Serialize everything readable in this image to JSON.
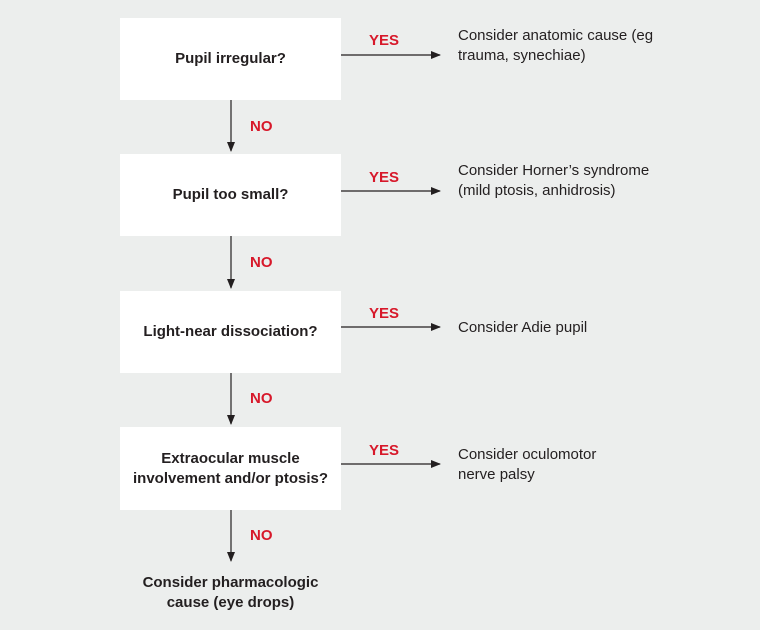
{
  "colors": {
    "background": "#eceeed",
    "box": "#ffffff",
    "text": "#231f20",
    "branch_label": "#d7182a",
    "arrow": "#231f20"
  },
  "steps": [
    {
      "question": "Pupil irregular?",
      "yes_label": "YES",
      "result": "Consider anatomic cause (eg trauma, synechiae)",
      "no_label": "NO"
    },
    {
      "question": "Pupil too small?",
      "yes_label": "YES",
      "result": "Consider Horner’s syndrome (mild ptosis, anhidrosis)",
      "no_label": "NO"
    },
    {
      "question": "Light-near dissociation?",
      "yes_label": "YES",
      "result": "Consider Adie pupil",
      "no_label": "NO"
    },
    {
      "question": "Extraocular muscle involvement and/or ptosis?",
      "yes_label": "YES",
      "result": "Consider oculomotor nerve palsy",
      "no_label": "NO"
    }
  ],
  "final": "Consider pharmacologic cause (eye drops)"
}
